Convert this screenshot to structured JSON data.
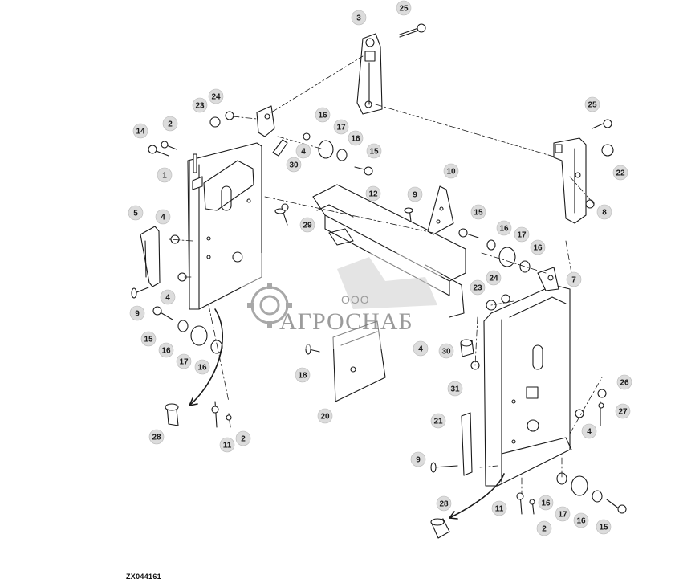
{
  "diagram": {
    "reference_code": "ZX044161",
    "watermark": {
      "company_prefix": "ООО",
      "company_name": "АГРОСНАБ"
    },
    "callouts": [
      {
        "id": "c3a",
        "label": "3"
      },
      {
        "id": "c25a",
        "label": "25"
      },
      {
        "id": "c24a",
        "label": "24"
      },
      {
        "id": "c23a",
        "label": "23"
      },
      {
        "id": "c14",
        "label": "14"
      },
      {
        "id": "c2a",
        "label": "2"
      },
      {
        "id": "c16a",
        "label": "16"
      },
      {
        "id": "c17a",
        "label": "17"
      },
      {
        "id": "c16b",
        "label": "16"
      },
      {
        "id": "c4a",
        "label": "4"
      },
      {
        "id": "c30a",
        "label": "30"
      },
      {
        "id": "c15a",
        "label": "15"
      },
      {
        "id": "c1",
        "label": "1"
      },
      {
        "id": "c10",
        "label": "10"
      },
      {
        "id": "c12",
        "label": "12"
      },
      {
        "id": "c9a",
        "label": "9"
      },
      {
        "id": "c25b",
        "label": "25"
      },
      {
        "id": "c22",
        "label": "22"
      },
      {
        "id": "c8",
        "label": "8"
      },
      {
        "id": "c5",
        "label": "5"
      },
      {
        "id": "c4b",
        "label": "4"
      },
      {
        "id": "c29",
        "label": "29"
      },
      {
        "id": "c15b",
        "label": "15"
      },
      {
        "id": "c16c",
        "label": "16"
      },
      {
        "id": "c17b",
        "label": "17"
      },
      {
        "id": "c16d",
        "label": "16"
      },
      {
        "id": "c4c",
        "label": "4"
      },
      {
        "id": "c9b",
        "label": "9"
      },
      {
        "id": "c23b",
        "label": "23"
      },
      {
        "id": "c24b",
        "label": "24"
      },
      {
        "id": "c7",
        "label": "7"
      },
      {
        "id": "c15c",
        "label": "15"
      },
      {
        "id": "c16e",
        "label": "16"
      },
      {
        "id": "c17c",
        "label": "17"
      },
      {
        "id": "c16f",
        "label": "16"
      },
      {
        "id": "c4d",
        "label": "4"
      },
      {
        "id": "c30b",
        "label": "30"
      },
      {
        "id": "c18",
        "label": "18"
      },
      {
        "id": "c31",
        "label": "31"
      },
      {
        "id": "c26",
        "label": "26"
      },
      {
        "id": "c27",
        "label": "27"
      },
      {
        "id": "c4e",
        "label": "4"
      },
      {
        "id": "c20",
        "label": "20"
      },
      {
        "id": "c21",
        "label": "21"
      },
      {
        "id": "c28a",
        "label": "28"
      },
      {
        "id": "c11a",
        "label": "11"
      },
      {
        "id": "c2b",
        "label": "2"
      },
      {
        "id": "c9c",
        "label": "9"
      },
      {
        "id": "c28b",
        "label": "28"
      },
      {
        "id": "c11b",
        "label": "11"
      },
      {
        "id": "c2c",
        "label": "2"
      },
      {
        "id": "c16g",
        "label": "16"
      },
      {
        "id": "c17d",
        "label": "17"
      },
      {
        "id": "c16h",
        "label": "16"
      },
      {
        "id": "c15d",
        "label": "15"
      }
    ]
  }
}
